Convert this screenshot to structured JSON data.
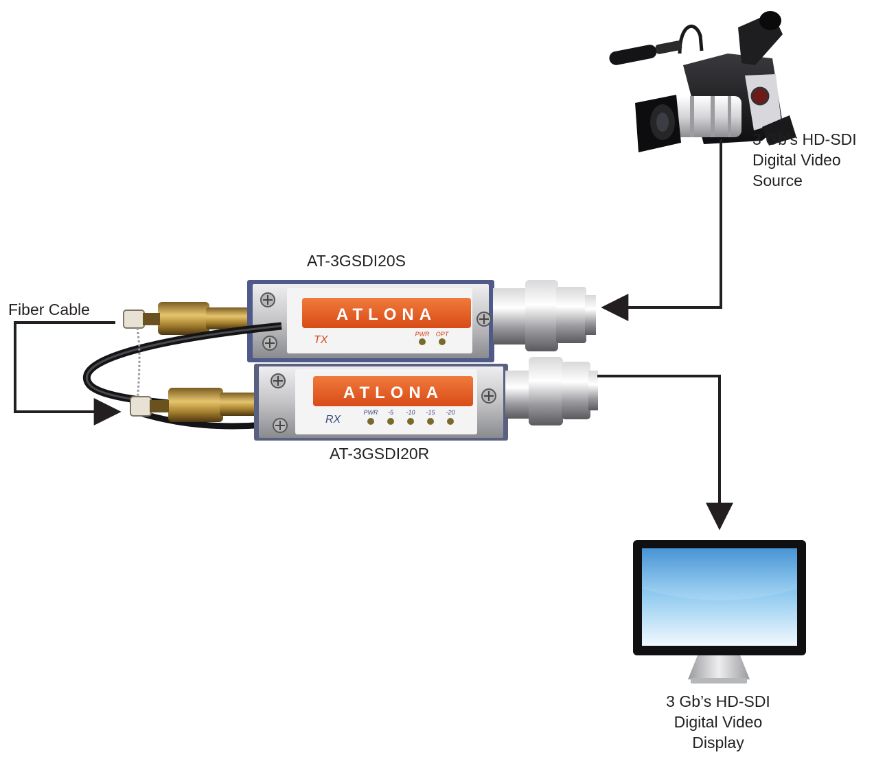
{
  "source": {
    "caption": [
      "3 Gb’s HD-SDI",
      "Digital Video",
      "Source"
    ]
  },
  "display": {
    "caption": [
      "3 Gb’s HD-SDI",
      "Digital Video",
      "Display"
    ]
  },
  "transmitter": {
    "model": "AT-3GSDI20S",
    "brand": "ATLONA",
    "tag": "TX",
    "leds": [
      "PWR",
      "OPT"
    ]
  },
  "receiver": {
    "model": "AT-3GSDI20R",
    "brand": "ATLONA",
    "tag": "RX",
    "leds": [
      "PWR",
      "-5",
      "-10",
      "-15",
      "-20"
    ]
  },
  "fiber": {
    "label": "Fiber Cable"
  },
  "colors": {
    "line": "#231f20",
    "brand_orange": "#e65a23",
    "metal": "#c9c9cb",
    "metal_dark": "#7d7e82",
    "connector_gold": "#b08a3e",
    "screen_top": "#4aa3e0",
    "screen_bottom": "#e9f5fd"
  }
}
